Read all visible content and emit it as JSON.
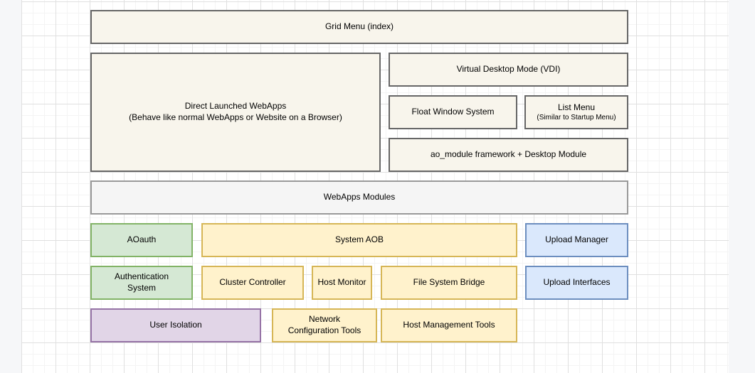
{
  "canvas": {
    "page_background": "#f6f7f9",
    "background": "#ffffff",
    "grid_minor_color": "#f4f4f4",
    "grid_major_color": "#e0e0e0"
  },
  "palette": {
    "beige": {
      "fill": "#f8f5ec",
      "stroke": "#666666"
    },
    "grey": {
      "fill": "#f5f5f5",
      "stroke": "#999999"
    },
    "green": {
      "fill": "#d5e8d4",
      "stroke": "#82b366"
    },
    "yellow": {
      "fill": "#fff2cc",
      "stroke": "#d6b656"
    },
    "blue": {
      "fill": "#dae8fc",
      "stroke": "#6c8ebf"
    },
    "purple": {
      "fill": "#e1d5e7",
      "stroke": "#9673a6"
    }
  },
  "diagram": {
    "nodes": [
      {
        "id": "grid-menu",
        "label": "Grid Menu (index)",
        "style": "beige"
      },
      {
        "id": "direct-webapps",
        "label": "Direct Launched WebApps",
        "sublabel": "(Behave like normal WebApps or Website on a Browser)",
        "style": "beige"
      },
      {
        "id": "vdi",
        "label": "Virtual Desktop Mode (VDI)",
        "style": "beige"
      },
      {
        "id": "float-window",
        "label": "Float Window System",
        "style": "beige"
      },
      {
        "id": "list-menu",
        "label": "List Menu",
        "sublabel": "(Similar to Startup Menu)",
        "style": "beige"
      },
      {
        "id": "ao-module",
        "label": "ao_module framework + Desktop Module",
        "style": "beige"
      },
      {
        "id": "webapps-modules",
        "label": "WebApps Modules",
        "style": "grey"
      },
      {
        "id": "aoauth",
        "label": "AOauth",
        "style": "green"
      },
      {
        "id": "system-aob",
        "label": "System AOB",
        "style": "yellow"
      },
      {
        "id": "upload-manager",
        "label": "Upload Manager",
        "style": "blue"
      },
      {
        "id": "authentication-system",
        "label": "Authentication System",
        "style": "green"
      },
      {
        "id": "cluster-controller",
        "label": "Cluster Controller",
        "style": "yellow"
      },
      {
        "id": "host-monitor",
        "label": "Host Monitor",
        "style": "yellow"
      },
      {
        "id": "file-system-bridge",
        "label": "File System Bridge",
        "style": "yellow"
      },
      {
        "id": "upload-interfaces",
        "label": "Upload Interfaces",
        "style": "blue"
      },
      {
        "id": "user-isolation",
        "label": "User Isolation",
        "style": "purple"
      },
      {
        "id": "network-configuration-tools",
        "label": "Network Configuration Tools",
        "style": "yellow"
      },
      {
        "id": "host-management-tools",
        "label": "Host Management Tools",
        "style": "yellow"
      }
    ]
  }
}
